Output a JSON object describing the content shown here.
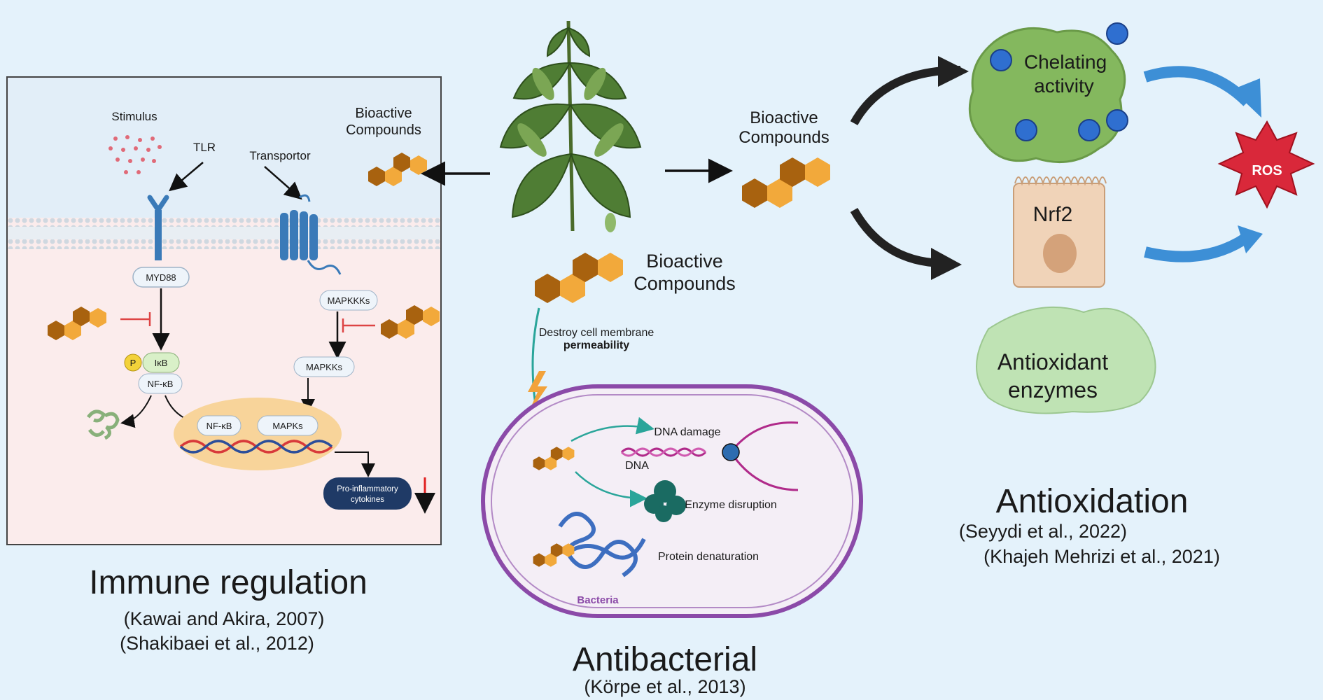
{
  "immune": {
    "stimulus": "Stimulus",
    "tlr": "TLR",
    "transportor": "Transportor",
    "bioactive_line1": "Bioactive",
    "bioactive_line2": "Compounds",
    "myd88": "MYD88",
    "mapkkks": "MAPKKKs",
    "mapkks": "MAPKKs",
    "p": "P",
    "ikb": "IκB",
    "nfkb": "NF-κB",
    "nfkb_nucleus": "NF-κB",
    "mapks": "MAPKs",
    "cytokines_line1": "Pro-inflammatory",
    "cytokines_line2": "cytokines",
    "title": "Immune regulation",
    "ref1": "(Kawai and Akira, 2007)",
    "ref2": "(Shakibaei et al., 2012)"
  },
  "center": {
    "bioactive_line1": "Bioactive",
    "bioactive_line2": "Compounds",
    "destroy_line1": "Destroy cell membrane",
    "destroy_line2": "permeability",
    "dna_damage": "DNA damage",
    "dna": "DNA",
    "enzyme": "Enzyme disruption",
    "protein": "Protein denaturation",
    "bacteria": "Bacteria",
    "title": "Antibacterial",
    "ref": "(Körpe et al., 2013)"
  },
  "antiox": {
    "bioactive_line1": "Bioactive",
    "bioactive_line2": "Compounds",
    "chelating_line1": "Chelating",
    "chelating_line2": "activity",
    "nrf2": "Nrf2",
    "ros": "ROS",
    "enzymes_line1": "Antioxidant",
    "enzymes_line2": "enzymes",
    "title": "Antioxidation",
    "ref1": "(Seyydi et al., 2022)",
    "ref2": "(Khajeh Mehrizi et al., 2021)"
  },
  "colors": {
    "hex_dark": "#a8620f",
    "hex_light": "#f2a93b",
    "membrane": "#c9d3dc",
    "receptor": "#3a7ab8",
    "bacteria_outline": "#8b4aa8",
    "arrow_blue": "#3d8fd6",
    "ros_red": "#d9283a"
  }
}
